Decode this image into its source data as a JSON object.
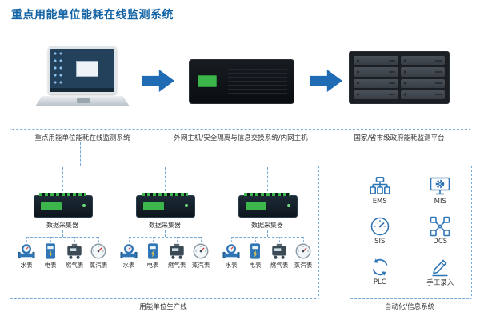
{
  "page": {
    "title": "重点用能单位能耗在线监测系统"
  },
  "colors": {
    "accent_blue": "#1464a5",
    "arrow_blue": "#1f6cb4",
    "icon_blue": "#2e75b6",
    "dashed_border": "#74a9d8",
    "device_green": "#3cb54a"
  },
  "flow": {
    "captions": [
      "重点用能单位能耗在线监测系统",
      "外网主机/安全隔离与信息交换系统/内网主机",
      "国家/省市级政府能耗监测平台"
    ],
    "node_icons": [
      "laptop-icon",
      "gateway-server-icon",
      "storage-rack-icon"
    ],
    "arrow_icon": "arrow-right-icon"
  },
  "production": {
    "collector_label": "数据采集器",
    "meters": [
      "水表",
      "电表",
      "燃气表",
      "蒸汽表"
    ],
    "meter_icons": [
      "water-meter-icon",
      "electric-meter-icon",
      "gas-meter-icon",
      "steam-meter-icon"
    ],
    "caption": "用能单位生产线"
  },
  "systems": {
    "items": [
      {
        "label": "EMS",
        "icon": "ems-network-icon"
      },
      {
        "label": "MIS",
        "icon": "mis-monitor-gear-icon"
      },
      {
        "label": "SIS",
        "icon": "sis-gauge-icon"
      },
      {
        "label": "DCS",
        "icon": "dcs-nodes-icon"
      },
      {
        "label": "PLC",
        "icon": "plc-cycle-icon"
      },
      {
        "label": "手工录入",
        "icon": "manual-entry-icon"
      }
    ],
    "caption": "自动化/信息系统"
  }
}
